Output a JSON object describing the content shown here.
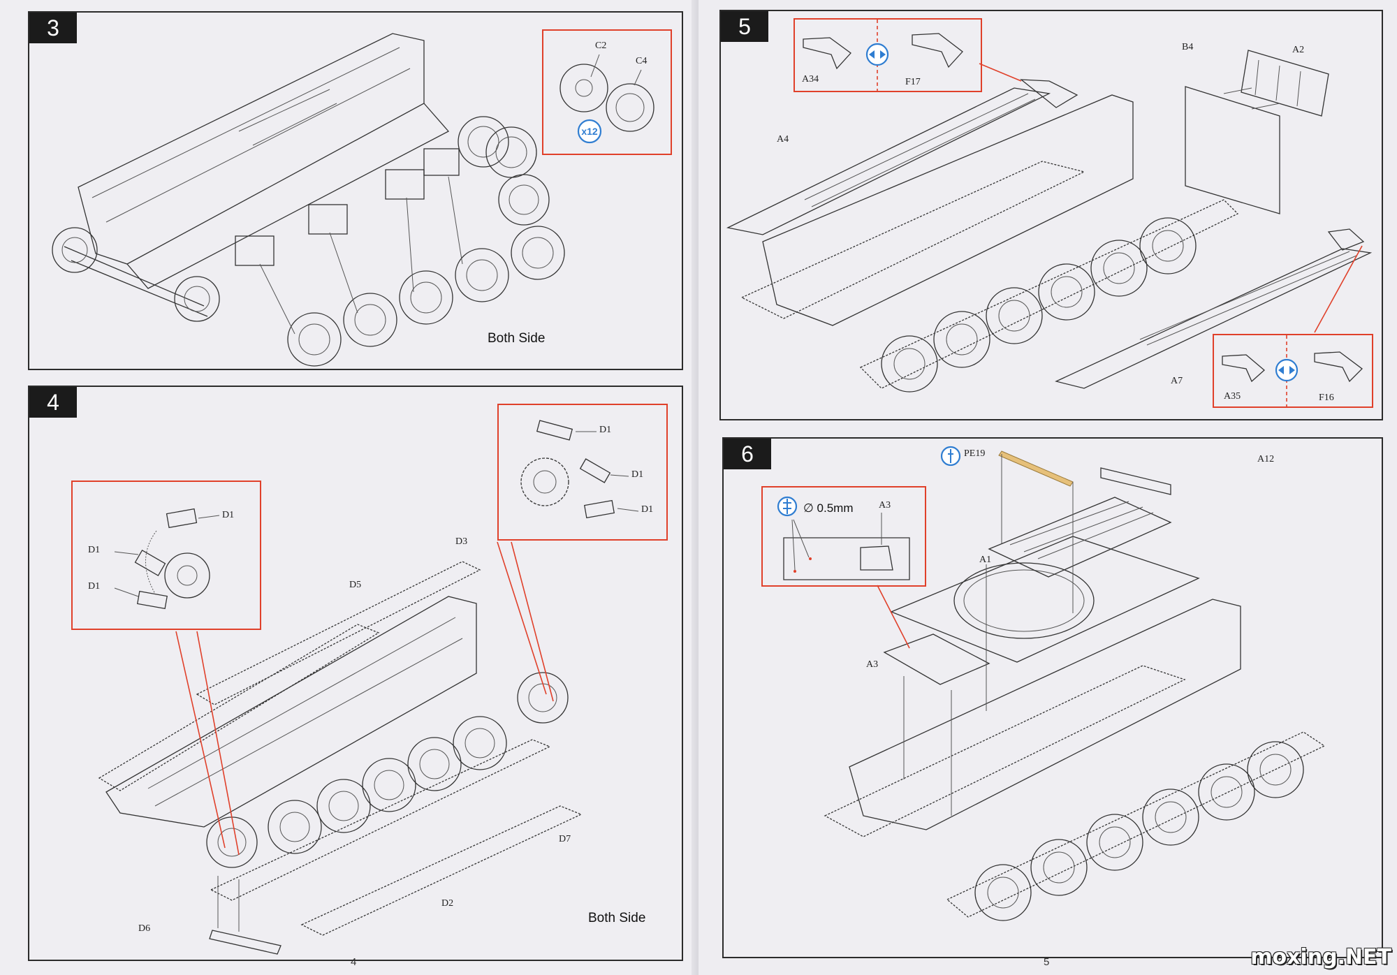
{
  "pages": {
    "left_number": "4",
    "right_number": "5"
  },
  "watermark": "moxing.NET",
  "step3": {
    "number": "3",
    "note": "Both Side",
    "detail": {
      "parts": [
        "C2",
        "C4"
      ],
      "quantity": "x12"
    }
  },
  "step4": {
    "number": "4",
    "note": "Both Side",
    "labels": {
      "d3": "D3",
      "d5": "D5",
      "d2": "D2",
      "d6": "D6",
      "d7": "D7"
    },
    "detail_left": [
      "D1",
      "D1",
      "D1"
    ],
    "detail_right": [
      "D1",
      "D1",
      "D1"
    ]
  },
  "step5": {
    "number": "5",
    "labels": {
      "a4": "A4",
      "b4": "B4",
      "a2": "A2",
      "a7": "A7"
    },
    "detail_top": [
      "A34",
      "F17"
    ],
    "detail_bottom": [
      "A35",
      "F16"
    ]
  },
  "step6": {
    "number": "6",
    "labels": {
      "pe19": "PE19",
      "a12": "A12",
      "a1": "A1",
      "a3": "A3"
    },
    "detail": {
      "drill": "∅ 0.5mm",
      "part": "A3"
    }
  },
  "colors": {
    "frame": "#2b2b2b",
    "callout": "#e0402a",
    "icon": "#2f7dd1"
  }
}
